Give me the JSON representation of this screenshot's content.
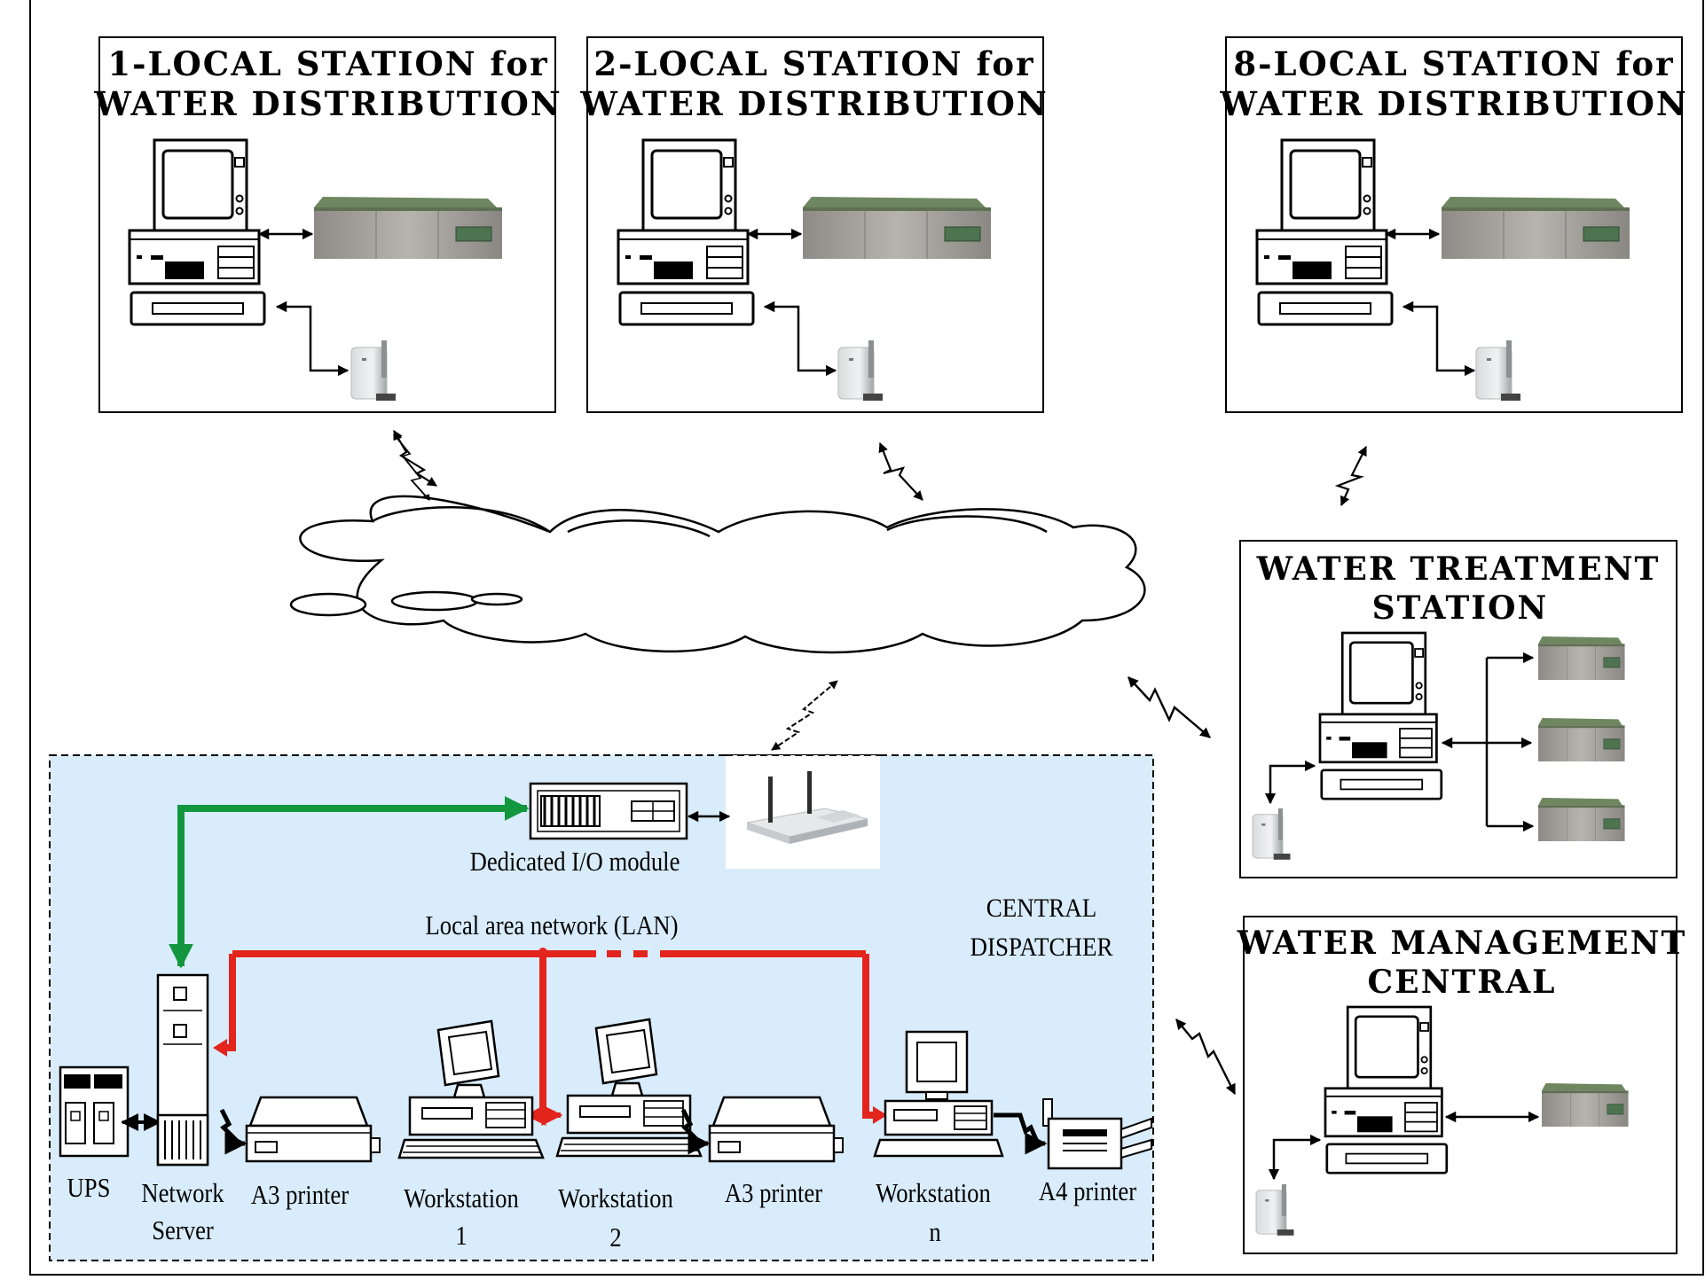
{
  "stations": {
    "s1": {
      "line1": "1-LOCAL STATION for",
      "line2": "WATER DISTRIBUTION"
    },
    "s2": {
      "line1": "2-LOCAL STATION for",
      "line2": "WATER DISTRIBUTION"
    },
    "s8": {
      "line1": "8-LOCAL STATION for",
      "line2": "WATER DISTRIBUTION"
    }
  },
  "treatment": {
    "line1": "WATER TREATMENT",
    "line2": "STATION"
  },
  "management": {
    "line1": "WATER MANAGEMENT",
    "line2": "CENTRAL"
  },
  "dispatcher": {
    "title_line1": "CENTRAL",
    "title_line2": "DISPATCHER",
    "io_module": "Dedicated I/O module",
    "lan": "Local area network (LAN)",
    "ups": "UPS",
    "server_line1": "Network",
    "server_line2": "Server",
    "a3_printer_1": "A3 printer",
    "ws1_line1": "Workstation",
    "ws1_line2": "1",
    "ws2_line1": "Workstation",
    "ws2_line2": "2",
    "a3_printer_2": "A3 printer",
    "wsn_line1": "Workstation",
    "wsn_line2": "n",
    "a4_printer": "A4 printer"
  },
  "colors": {
    "lan_red": "#e3251d",
    "io_green": "#12973f",
    "dispatcher_bg": "#d9ecfb",
    "rack_body": "#a3a19c",
    "rack_top": "#6f8760",
    "rack_panel": "#4e7350"
  }
}
